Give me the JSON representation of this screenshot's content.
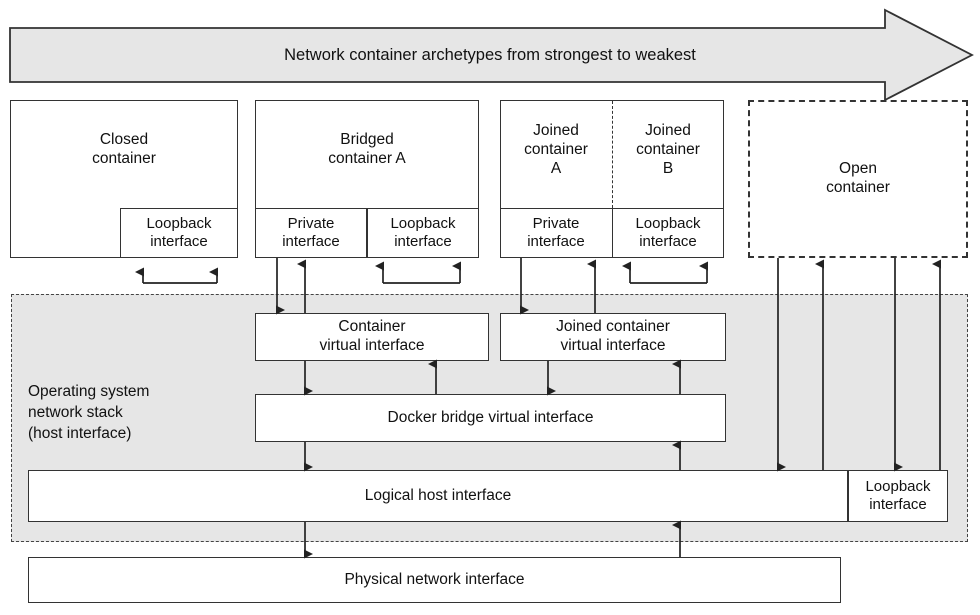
{
  "banner": {
    "label": "Network container archetypes from strongest to weakest",
    "icon": "right-arrow-banner",
    "fill": "#e6e6e6",
    "stroke": "#333333"
  },
  "containers": [
    {
      "id": "closed-container",
      "title": "Closed\ncontainer",
      "style": "solid",
      "interfaces": [
        {
          "id": "closed-loopback",
          "label": "Loopback\ninterface"
        }
      ]
    },
    {
      "id": "bridged-container-a",
      "title": "Bridged\ncontainer A",
      "style": "solid",
      "interfaces": [
        {
          "id": "bridged-private",
          "label": "Private\ninterface"
        },
        {
          "id": "bridged-loopback",
          "label": "Loopback\ninterface"
        }
      ]
    },
    {
      "id": "joined-container-pair",
      "title_a": "Joined\ncontainer\nA",
      "title_b": "Joined\ncontainer\nB",
      "style": "solid-split-dashed",
      "interfaces": [
        {
          "id": "joined-private",
          "label": "Private\ninterface"
        },
        {
          "id": "joined-loopback",
          "label": "Loopback\ninterface"
        }
      ]
    },
    {
      "id": "open-container",
      "title": "Open\ncontainer",
      "style": "dashed",
      "interfaces": []
    }
  ],
  "os_stack": {
    "label": "Operating system\nnetwork stack\n(host interface)",
    "fill": "#e6e6e6",
    "stroke": "#444444",
    "boxes": [
      {
        "id": "container-virtual-interface",
        "label": "Container\nvirtual interface"
      },
      {
        "id": "joined-container-virtual-interface",
        "label": "Joined container\nvirtual interface"
      },
      {
        "id": "docker-bridge-virtual-interface",
        "label": "Docker bridge virtual interface"
      },
      {
        "id": "logical-host-interface",
        "label": "Logical host interface"
      },
      {
        "id": "host-loopback-interface",
        "label": "Loopback\ninterface"
      }
    ]
  },
  "physical": {
    "id": "physical-network-interface",
    "label": "Physical network interface"
  },
  "colors": {
    "line": "#333333",
    "gray_fill": "#e6e6e6",
    "text": "#111111",
    "page_bg": "#ffffff"
  }
}
